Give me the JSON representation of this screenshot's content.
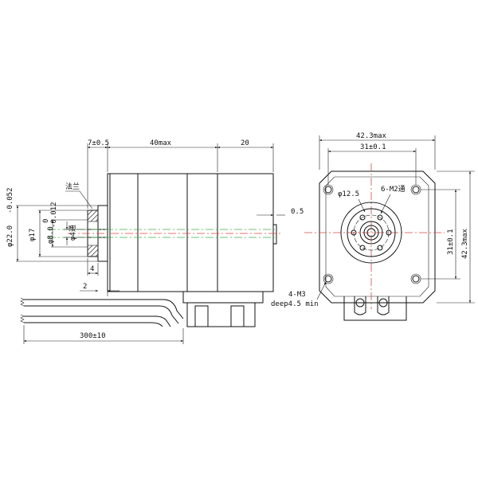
{
  "colors": {
    "line": "#111111",
    "centerline_red": "#e0463c",
    "centerline_green": "#3cb44b",
    "background": "#ffffff"
  },
  "side_view": {
    "dim_flange_len": "7±0.5",
    "dim_body_len": "40max",
    "dim_rear_len": "20",
    "label_flange": "法兰",
    "dim_shaft_offset": "0.5",
    "dim_boss_dia": "φ22.0",
    "dim_boss_tol": "-0.052",
    "dim_boss_face_dia": "φ17",
    "dim_shaft_dia": "φ8.0",
    "dim_shaft_tol_top": "0",
    "dim_shaft_tol_bot": "-0.012",
    "dim_bore_dia": "φ4通",
    "dim_shoulder": "4",
    "dim_boss_step": "2",
    "dim_lead_len": "300±10"
  },
  "front_view": {
    "dim_width_max": "42.3max",
    "dim_hole_pitch_h": "31±0.1",
    "dim_hole_pitch_v": "31±0.1",
    "dim_height_max": "42.3max",
    "dim_pcd": "φ12.5",
    "dim_small_holes": "6-M2通",
    "dim_mount_holes": "4-M3",
    "dim_mount_depth": "deep4.5 min"
  }
}
